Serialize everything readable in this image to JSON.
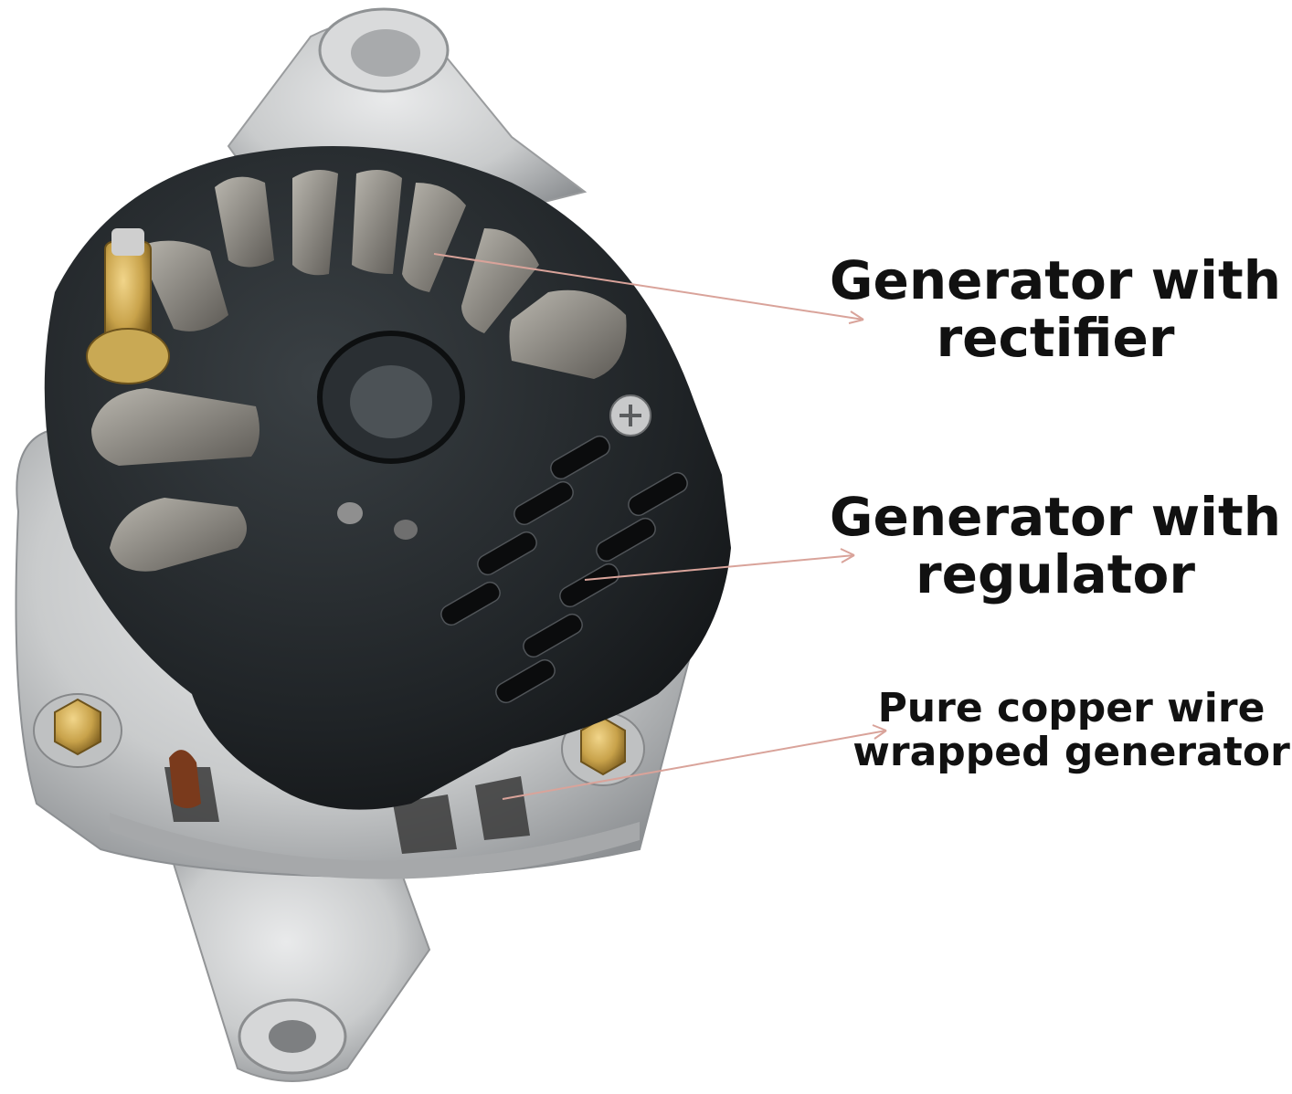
{
  "callouts": [
    {
      "line1": "Generator with",
      "line2": "rectifier"
    },
    {
      "line1": "Generator with",
      "line2": "regulator"
    },
    {
      "line1": "Pure copper wire",
      "line2": "wrapped generator"
    }
  ],
  "colors": {
    "background": "#ffffff",
    "label_text": "#111111",
    "leader_line": "#d9a39a",
    "cover_black": "#1f2326",
    "housing_aluminum": "#c9cbcc",
    "brass_bolt": "#c8a24a"
  }
}
